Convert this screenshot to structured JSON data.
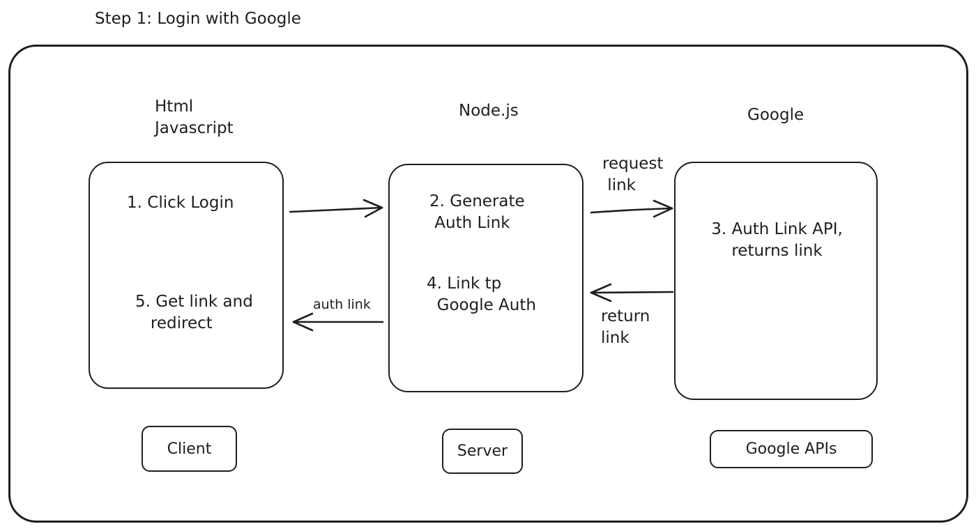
{
  "title": "Step 1: Login with Google",
  "columns": {
    "client_header": "Html\nJavascript",
    "server_header": "Node.js",
    "google_header": "Google"
  },
  "boxes": {
    "client_step1": "1. Click Login",
    "client_step5": "5. Get link and\n   redirect",
    "server_step2": "2. Generate\n Auth Link",
    "server_step4": "4. Link tp\n  Google Auth",
    "google_step3": "3. Auth Link API,\nreturns link"
  },
  "arrow_labels": {
    "request_link": "request\n link",
    "return_link": "return\nlink",
    "auth_link": "auth link"
  },
  "tags": {
    "client": "Client",
    "server": "Server",
    "google_apis": "Google APIs"
  }
}
